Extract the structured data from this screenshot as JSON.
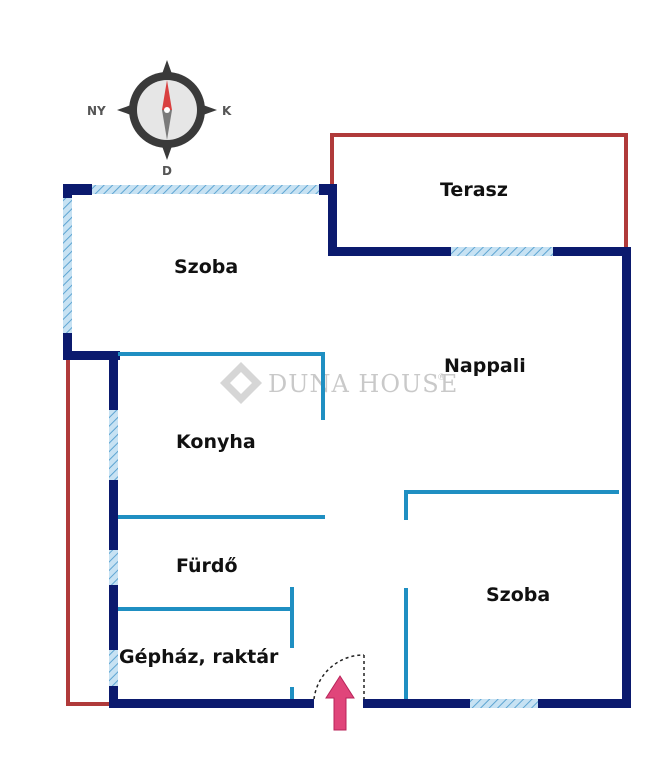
{
  "compass": {
    "west": "NY",
    "east": "K",
    "south": "D"
  },
  "watermark": {
    "text": "DUNA HOUSE",
    "mark": "®"
  },
  "rooms": {
    "terasz": "Terasz",
    "szoba_top": "Szoba",
    "nappali": "Nappali",
    "konyha": "Konyha",
    "furdo": "Fürdő",
    "gephaz": "Gépház, raktár",
    "szoba_bottom": "Szoba"
  },
  "colors": {
    "outer_wall": "#0b1a6e",
    "inner_wall": "#1f8fc2",
    "terrace_outline": "#b03a3a",
    "window_hatch": "#7fb8dc",
    "entrance_arrow": "#e0457a"
  }
}
